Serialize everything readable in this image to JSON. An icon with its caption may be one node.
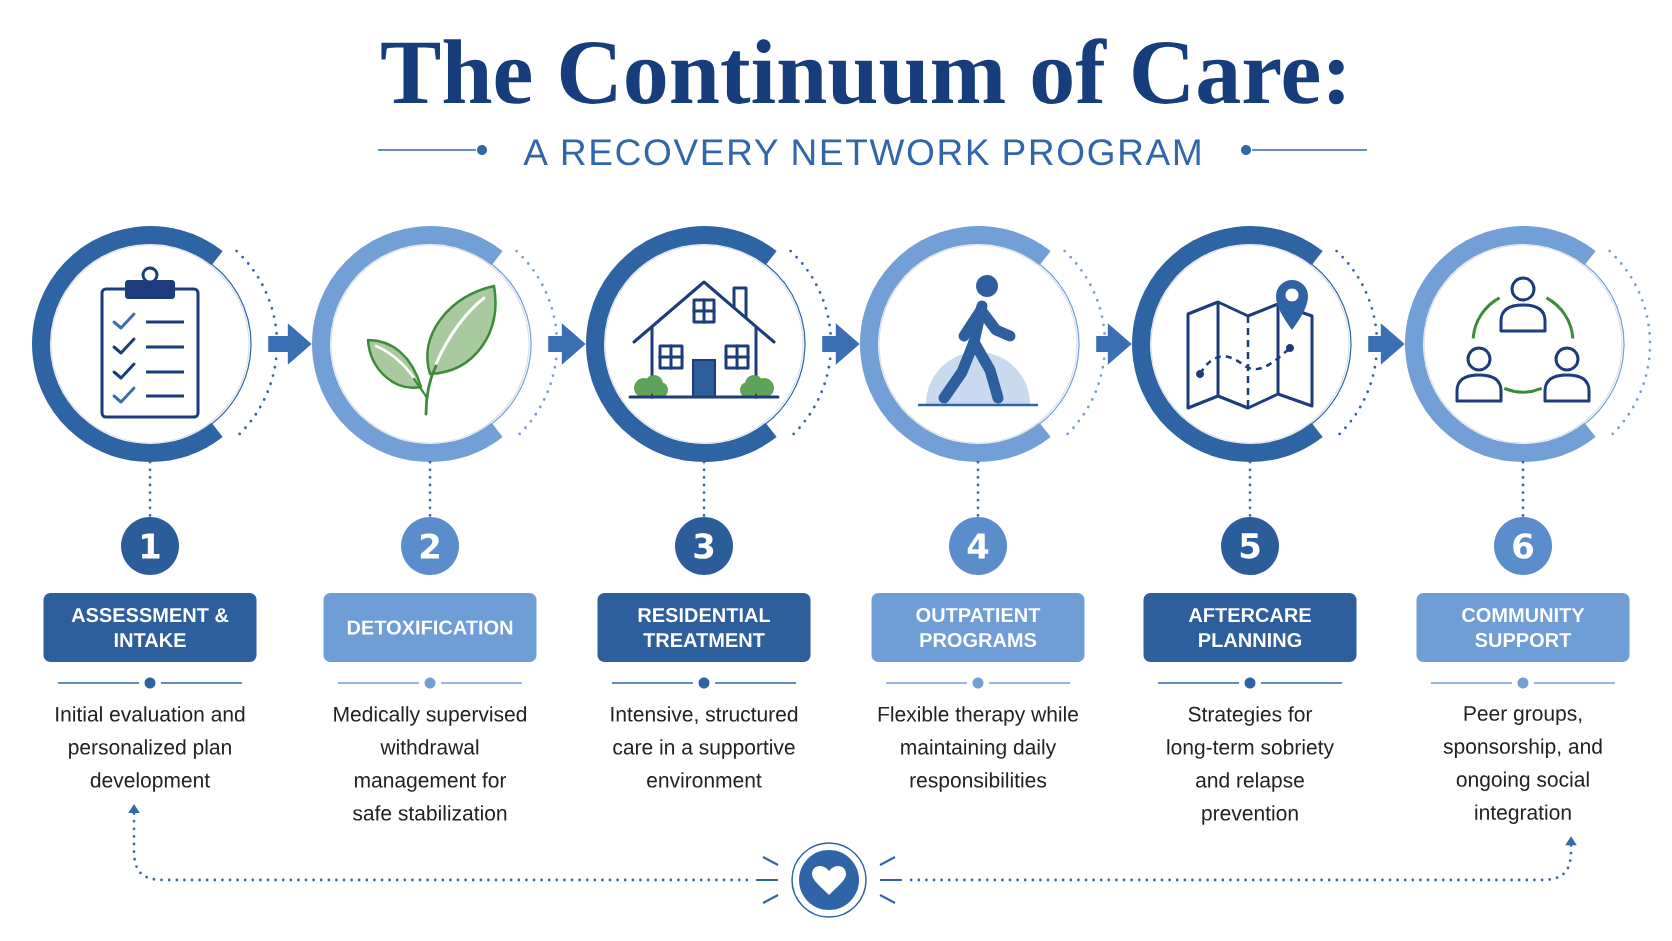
{
  "diagram": {
    "title": "The Continuum of Care:",
    "nodes": [
      {
        "text": [],
        "shape": "circle"
      },
      {
        "text": [],
        "shape": "circle"
      },
      {
        "text": [],
        "shape": "circle"
      },
      {
        "text": [],
        "shape": "circle"
      },
      {
        "text": [],
        "shape": "circle"
      },
      {
        "text": [],
        "shape": "circle"
      },
      {
        "text": [
          "1"
        ]
      },
      {
        "text": [
          "2"
        ]
      },
      {
        "text": [
          "3"
        ]
      },
      {
        "text": [
          "4"
        ]
      },
      {
        "text": [
          "5"
        ]
      },
      {
        "text": [
          "6"
        ]
      },
      {
        "text": [
          "ASSESSMENT & INTAKE"
        ]
      },
      {
        "text": [
          "DETOXIFICATION"
        ]
      },
      {
        "text": [
          "RESIDENTIAL TREATMENT"
        ]
      },
      {
        "text": [
          "OUTPATIENT PROGRAMS"
        ]
      },
      {
        "text": [
          "AFTERCARE PLANNING"
        ]
      },
      {
        "text": [
          "COMMUNITY SUPPORT"
        ]
      },
      {
        "text": [
          "Initial evaluation and personalized plan development"
        ]
      },
      {
        "text": [
          "Medically supervised withdrawal management for safe stabilization"
        ]
      },
      {
        "text": [
          "Intensive, structured care in a supportive environment"
        ]
      },
      {
        "text": [
          "Flexible therapy while maintaining daily responsibilities"
        ]
      },
      {
        "text": [
          "Strategies for long-term sobriety and relapse prevention"
        ]
      },
      {
        "text": [
          "Peer groups, sponsorship, and ongoing social integration"
        ]
      },
      {
        "text": [],
        "shape": "circle"
      }
    ],
    "edges": [
      {
        "from": 0,
        "to": 1,
        "arrow": "to",
        "style": "thick"
      },
      {
        "from": 1,
        "to": 2,
        "arrow": "to",
        "style": "thick"
      },
      {
        "from": 2,
        "to": 3,
        "arrow": "to",
        "style": "thick"
      },
      {
        "from": 3,
        "to": 4,
        "arrow": "to",
        "style": "thick"
      },
      {
        "from": 4,
        "to": 5,
        "arrow": "to",
        "style": "thick"
      },
      {
        "from": 0,
        "to": 6,
        "arrow": "none",
        "style": "dashed"
      },
      {
        "from": 1,
        "to": 7,
        "arrow": "none",
        "style": "dashed"
      },
      {
        "from": 2,
        "to": 8,
        "arrow": "none",
        "style": "dashed"
      },
      {
        "from": 3,
        "to": 9,
        "arrow": "none",
        "style": "dashed"
      },
      {
        "from": 4,
        "to": 10,
        "arrow": "none",
        "style": "dashed"
      },
      {
        "from": 5,
        "to": 11,
        "arrow": "none",
        "style": "dashed"
      },
      {
        "from": 24,
        "to": 18,
        "arrow": "to",
        "style": "dashed"
      },
      {
        "from": 24,
        "to": 23,
        "arrow": "to",
        "style": "dashed"
      }
    ],
    "labels": [
      "A RECOVERY NETWORK PROGRAM"
    ]
  }
}
